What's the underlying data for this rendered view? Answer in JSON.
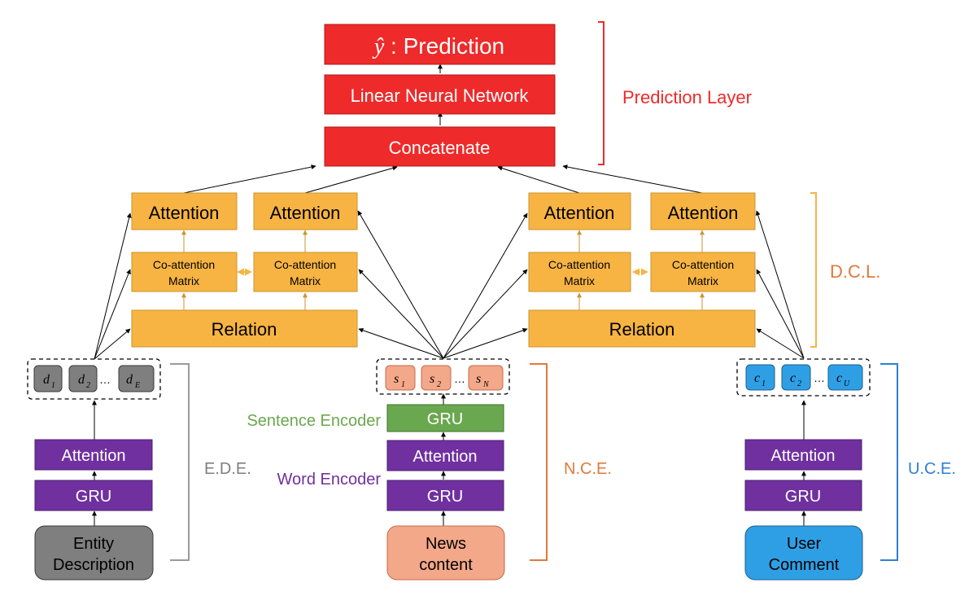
{
  "prediction": {
    "output_symbol": "ŷ",
    "output_label": " : Prediction",
    "linear_nn": "Linear Neural Network",
    "concatenate": "Concatenate",
    "layer_label": "Prediction Layer"
  },
  "dcl": {
    "label": "D.C.L.",
    "attention": "Attention",
    "coattention_line1": "Co-attention",
    "coattention_line2": "Matrix",
    "relation": "Relation"
  },
  "ede": {
    "label": "E.D.E.",
    "tokens": [
      {
        "base": "d",
        "sub": "1"
      },
      {
        "base": "d",
        "sub": "2"
      },
      {
        "base": "d",
        "sub": "E"
      }
    ],
    "ellipsis": "…",
    "attention": "Attention",
    "gru": "GRU",
    "input_line1": "Entity",
    "input_line2": "Description"
  },
  "nce": {
    "label": "N.C.E.",
    "tokens": [
      {
        "base": "s",
        "sub": "1"
      },
      {
        "base": "s",
        "sub": "2"
      },
      {
        "base": "s",
        "sub": "N"
      }
    ],
    "ellipsis": "…",
    "sentence_gru": "GRU",
    "sentence_encoder_label": "Sentence Encoder",
    "attention": "Attention",
    "gru": "GRU",
    "word_encoder_label": "Word Encoder",
    "input_line1": "News",
    "input_line2": "content"
  },
  "uce": {
    "label": "U.C.E.",
    "tokens": [
      {
        "base": "c",
        "sub": "1"
      },
      {
        "base": "c",
        "sub": "2"
      },
      {
        "base": "c",
        "sub": "U"
      }
    ],
    "ellipsis": "…",
    "attention": "Attention",
    "gru": "GRU",
    "input_line1": "User",
    "input_line2": "Comment"
  },
  "colors": {
    "prediction_red": "#ee2a2a",
    "dcl_orange": "#f7b443",
    "encoder_purple": "#7030a0",
    "sentence_green": "#6aa84f",
    "ede_gray": "#7f7f7f",
    "nce_salmon": "#f3a889",
    "uce_blue": "#2f9fe5",
    "label_red": "#ee2a2a",
    "label_orange": "#e07a3a",
    "label_gray": "#7f7f7f",
    "label_purple": "#7030a0",
    "label_green": "#6aa84f",
    "label_blue": "#2f7fd0"
  }
}
